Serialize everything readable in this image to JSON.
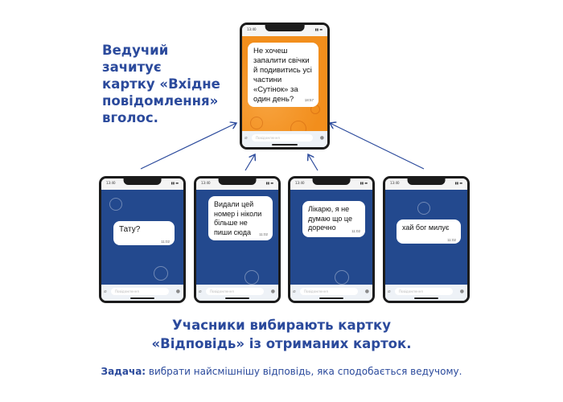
{
  "intro_text": [
    "Ведучий зачитує",
    "картку «Вхідне",
    "повідомлення»",
    "вголос."
  ],
  "host_phone": {
    "status_time": "13:40",
    "message": "Не хочеш запалити свічки й подивитись усі частини «Сутінок» за один день?",
    "message_time": "18:57",
    "input_placeholder": "Повідомлення",
    "wallpaper_color": "#f28e1c"
  },
  "answer_phones": [
    {
      "status_time": "13:40",
      "message": "Тату?",
      "message_time": "11:02",
      "input_placeholder": "Повідомлення"
    },
    {
      "status_time": "13:40",
      "message": "Видали цей номер і ніколи більше не пиши сюда",
      "message_time": "11:02",
      "input_placeholder": "Повідомлення"
    },
    {
      "status_time": "13:40",
      "message": "Лікарю, я не думаю що це доречно",
      "message_time": "11:02",
      "input_placeholder": "Повідомлення"
    },
    {
      "status_time": "13:40",
      "message": "хай бог милує",
      "message_time": "11:02",
      "input_placeholder": "Повідомлення"
    }
  ],
  "answer_wallpaper_color": "#23498e",
  "bottom_text": [
    "Учасники вибирають картку",
    "«Відповідь» із отриманих карток."
  ],
  "task": {
    "label": "Задача:",
    "text": " вибрати найсмішнішу відповідь, яка сподобається ведучому."
  },
  "accent_color": "#2b4a9c"
}
